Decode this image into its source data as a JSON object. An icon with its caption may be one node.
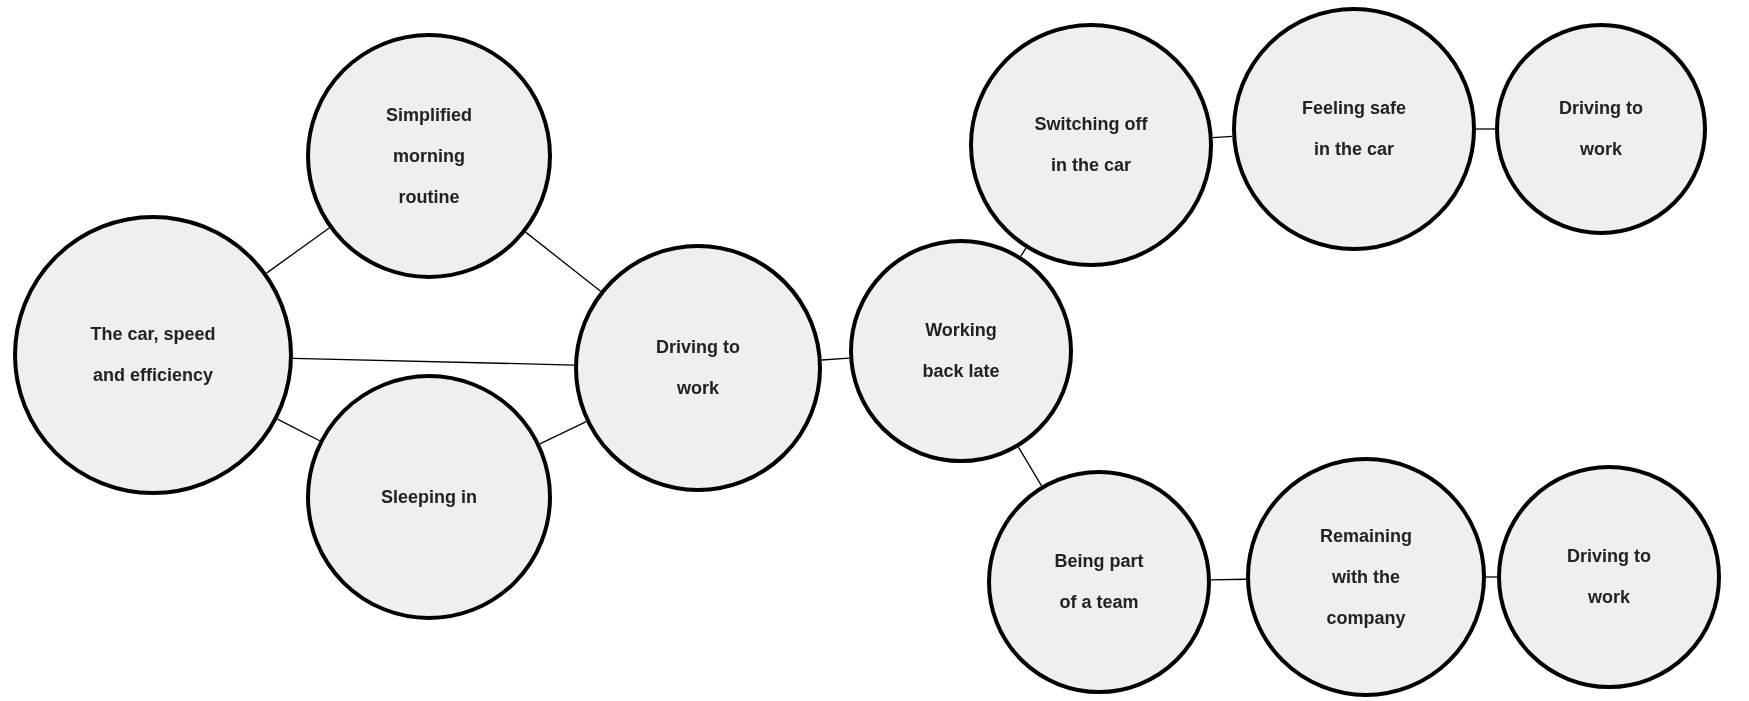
{
  "diagram": {
    "nodes": [
      {
        "text": [
          "The car, speed and efficiency"
        ]
      },
      {
        "text": [
          "Simplified morning routine"
        ]
      },
      {
        "text": [
          "Sleeping in"
        ]
      },
      {
        "text": [
          "Driving to work"
        ]
      },
      {
        "text": [
          "Working back late"
        ]
      },
      {
        "text": [
          "Switching off in the car"
        ]
      },
      {
        "text": [
          "Feeling safe in the car"
        ]
      },
      {
        "text": [
          "Driving to work"
        ]
      },
      {
        "text": [
          "Being part of a team"
        ]
      },
      {
        "text": [
          "Remaining with the company"
        ]
      },
      {
        "text": [
          "Driving to work"
        ]
      }
    ],
    "edges": [
      {
        "from": 0,
        "to": 1,
        "arrow": "none"
      },
      {
        "from": 0,
        "to": 3,
        "arrow": "none"
      },
      {
        "from": 0,
        "to": 2,
        "arrow": "none"
      },
      {
        "from": 1,
        "to": 3,
        "arrow": "none"
      },
      {
        "from": 2,
        "to": 3,
        "arrow": "none"
      },
      {
        "from": 3,
        "to": 4,
        "arrow": "none"
      },
      {
        "from": 4,
        "to": 5,
        "arrow": "none"
      },
      {
        "from": 5,
        "to": 6,
        "arrow": "none"
      },
      {
        "from": 6,
        "to": 7,
        "arrow": "none"
      },
      {
        "from": 4,
        "to": 8,
        "arrow": "none"
      },
      {
        "from": 8,
        "to": 9,
        "arrow": "none"
      },
      {
        "from": 9,
        "to": 10,
        "arrow": "none"
      }
    ]
  }
}
